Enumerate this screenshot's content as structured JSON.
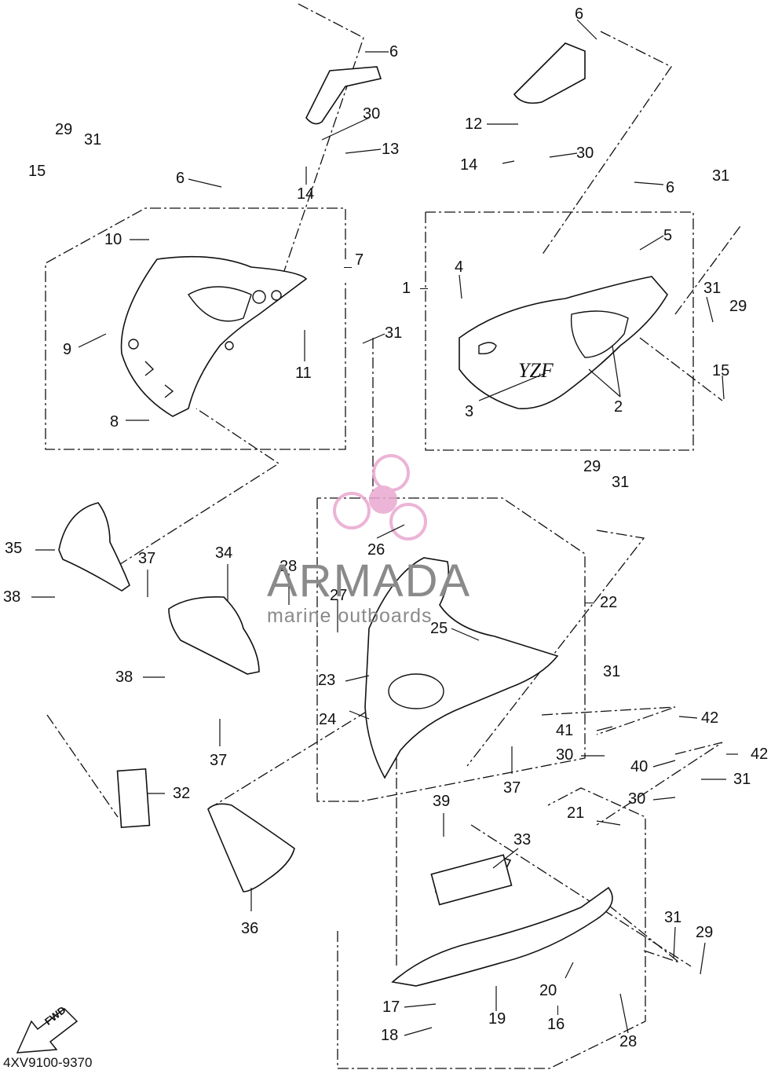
{
  "diagram": {
    "catalog_code": "4XV9100-9370",
    "watermark": {
      "title": "ARMADA",
      "subtitle": "marine outboards",
      "accent_color": "#e9a7cf",
      "text_color": "#8a8a8a"
    },
    "fwd_label": "FWD",
    "callouts": [
      {
        "id": "c1",
        "label": "1"
      },
      {
        "id": "c2",
        "label": "2"
      },
      {
        "id": "c3",
        "label": "3"
      },
      {
        "id": "c4",
        "label": "4"
      },
      {
        "id": "c5",
        "label": "5"
      },
      {
        "id": "c6a",
        "label": "6"
      },
      {
        "id": "c6b",
        "label": "6"
      },
      {
        "id": "c6c",
        "label": "6"
      },
      {
        "id": "c6d",
        "label": "6"
      },
      {
        "id": "c7",
        "label": "7"
      },
      {
        "id": "c8",
        "label": "8"
      },
      {
        "id": "c9",
        "label": "9"
      },
      {
        "id": "c10",
        "label": "10"
      },
      {
        "id": "c11",
        "label": "11"
      },
      {
        "id": "c12",
        "label": "12"
      },
      {
        "id": "c13",
        "label": "13"
      },
      {
        "id": "c14a",
        "label": "14"
      },
      {
        "id": "c14b",
        "label": "14"
      },
      {
        "id": "c15a",
        "label": "15"
      },
      {
        "id": "c15b",
        "label": "15"
      },
      {
        "id": "c16",
        "label": "16"
      },
      {
        "id": "c17",
        "label": "17"
      },
      {
        "id": "c18",
        "label": "18"
      },
      {
        "id": "c19",
        "label": "19"
      },
      {
        "id": "c20",
        "label": "20"
      },
      {
        "id": "c21",
        "label": "21"
      },
      {
        "id": "c22",
        "label": "22"
      },
      {
        "id": "c23",
        "label": "23"
      },
      {
        "id": "c24",
        "label": "24"
      },
      {
        "id": "c25",
        "label": "25"
      },
      {
        "id": "c26",
        "label": "26"
      },
      {
        "id": "c27",
        "label": "27"
      },
      {
        "id": "c28a",
        "label": "28"
      },
      {
        "id": "c28b",
        "label": "28"
      },
      {
        "id": "c29a",
        "label": "29"
      },
      {
        "id": "c29b",
        "label": "29"
      },
      {
        "id": "c29c",
        "label": "29"
      },
      {
        "id": "c29d",
        "label": "29"
      },
      {
        "id": "c30a",
        "label": "30"
      },
      {
        "id": "c30b",
        "label": "30"
      },
      {
        "id": "c30c",
        "label": "30"
      },
      {
        "id": "c30d",
        "label": "30"
      },
      {
        "id": "c31a",
        "label": "31"
      },
      {
        "id": "c31b",
        "label": "31"
      },
      {
        "id": "c31c",
        "label": "31"
      },
      {
        "id": "c31d",
        "label": "31"
      },
      {
        "id": "c31e",
        "label": "31"
      },
      {
        "id": "c31f",
        "label": "31"
      },
      {
        "id": "c31g",
        "label": "31"
      },
      {
        "id": "c31h",
        "label": "31"
      },
      {
        "id": "c32",
        "label": "32"
      },
      {
        "id": "c33",
        "label": "33"
      },
      {
        "id": "c34",
        "label": "34"
      },
      {
        "id": "c35",
        "label": "35"
      },
      {
        "id": "c36",
        "label": "36"
      },
      {
        "id": "c37a",
        "label": "37"
      },
      {
        "id": "c37b",
        "label": "37"
      },
      {
        "id": "c37c",
        "label": "37"
      },
      {
        "id": "c38a",
        "label": "38"
      },
      {
        "id": "c38b",
        "label": "38"
      },
      {
        "id": "c39",
        "label": "39"
      },
      {
        "id": "c40",
        "label": "40"
      },
      {
        "id": "c41",
        "label": "41"
      },
      {
        "id": "c42a",
        "label": "42"
      },
      {
        "id": "c42b",
        "label": "42"
      }
    ]
  }
}
